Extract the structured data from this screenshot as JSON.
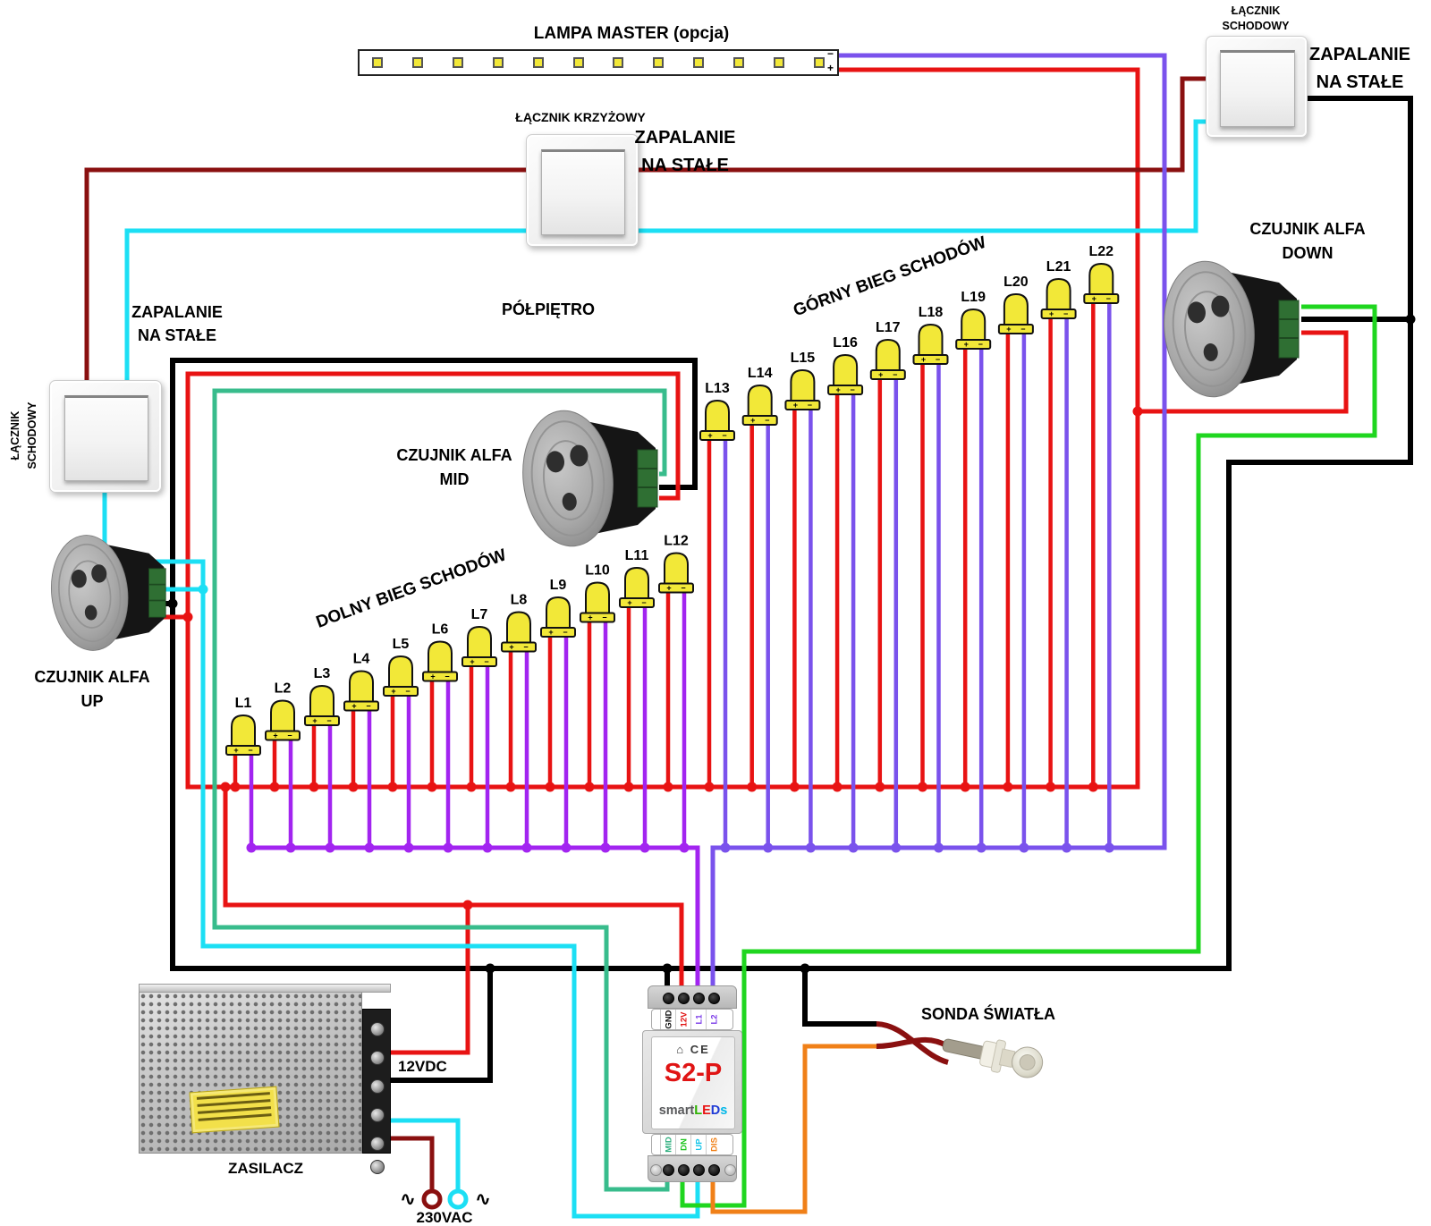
{
  "palette": {
    "red": "#E81313",
    "dark_red": "#8A1010",
    "black": "#000000",
    "cyan": "#1CDFF4",
    "teal": "#38BC8C",
    "green": "#1FD61F",
    "violet": "#A224F0",
    "blue_violet": "#7A52EC",
    "orange": "#F08018",
    "led_yellow": "#F2E838"
  },
  "lamp": {
    "title": "LAMPA MASTER (opcja)",
    "segments": 12,
    "minus": "−",
    "plus": "+"
  },
  "switches": {
    "cross": {
      "label": "ŁĄCZNIK KRZYŻOWY",
      "note_line1": "ZAPALANIE",
      "note_line2": "NA STAŁE"
    },
    "left": {
      "label_line1": "ŁĄCZNIK",
      "label_line2": "SCHODOWY",
      "note_line1": "ZAPALANIE",
      "note_line2": "NA STAŁE"
    },
    "right": {
      "label_line1": "ŁĄCZNIK",
      "label_line2": "SCHODOWY",
      "note_line1": "ZAPALANIE",
      "note_line2": "NA STAŁE"
    }
  },
  "sensors": {
    "up": {
      "line1": "CZUJNIK ALFA",
      "line2": "UP"
    },
    "mid": {
      "line1": "CZUJNIK ALFA",
      "line2": "MID"
    },
    "down": {
      "line1": "CZUJNIK ALFA",
      "line2": "DOWN"
    }
  },
  "areas": {
    "half_landing": "PÓŁPIĘTRO",
    "lower_flight": "DOLNY BIEG SCHODÓW",
    "upper_flight": "GÓRNY BIEG SCHODÓW"
  },
  "leds": {
    "lower": [
      "L1",
      "L2",
      "L3",
      "L4",
      "L5",
      "L6",
      "L7",
      "L8",
      "L9",
      "L10",
      "L11",
      "L12"
    ],
    "upper": [
      "L13",
      "L14",
      "L15",
      "L16",
      "L17",
      "L18",
      "L19",
      "L20",
      "L21",
      "L22"
    ],
    "plus": "+",
    "minus": "−"
  },
  "controller": {
    "model": "S2-P",
    "ce": "CE",
    "house_icon": "⌂",
    "brand_parts": [
      {
        "t": "smart",
        "c": "#58595B"
      },
      {
        "t": "L",
        "c": "#2DB200"
      },
      {
        "t": "E",
        "c": "#E81313"
      },
      {
        "t": "D",
        "c": "#1F3BD6"
      },
      {
        "t": "s",
        "c": "#00B7E8"
      }
    ],
    "top_terminals": [
      {
        "label": "GND",
        "color": "#111111"
      },
      {
        "label": "12V",
        "color": "#E01010"
      },
      {
        "label": "L1",
        "color": "#7B3BE8"
      },
      {
        "label": "L2",
        "color": "#7B3BE8"
      }
    ],
    "bottom_terminals": [
      {
        "label": "MID",
        "color": "#2FAF7F"
      },
      {
        "label": "DN",
        "color": "#1FC41F"
      },
      {
        "label": "UP",
        "color": "#12C4E8"
      },
      {
        "label": "DIS",
        "color": "#F08018"
      }
    ]
  },
  "power": {
    "label": "ZASILACZ",
    "dc": "12VDC",
    "ac": "230VAC",
    "ac_tilde": "∿"
  },
  "probe": {
    "label": "SONDA ŚWIATŁA"
  }
}
